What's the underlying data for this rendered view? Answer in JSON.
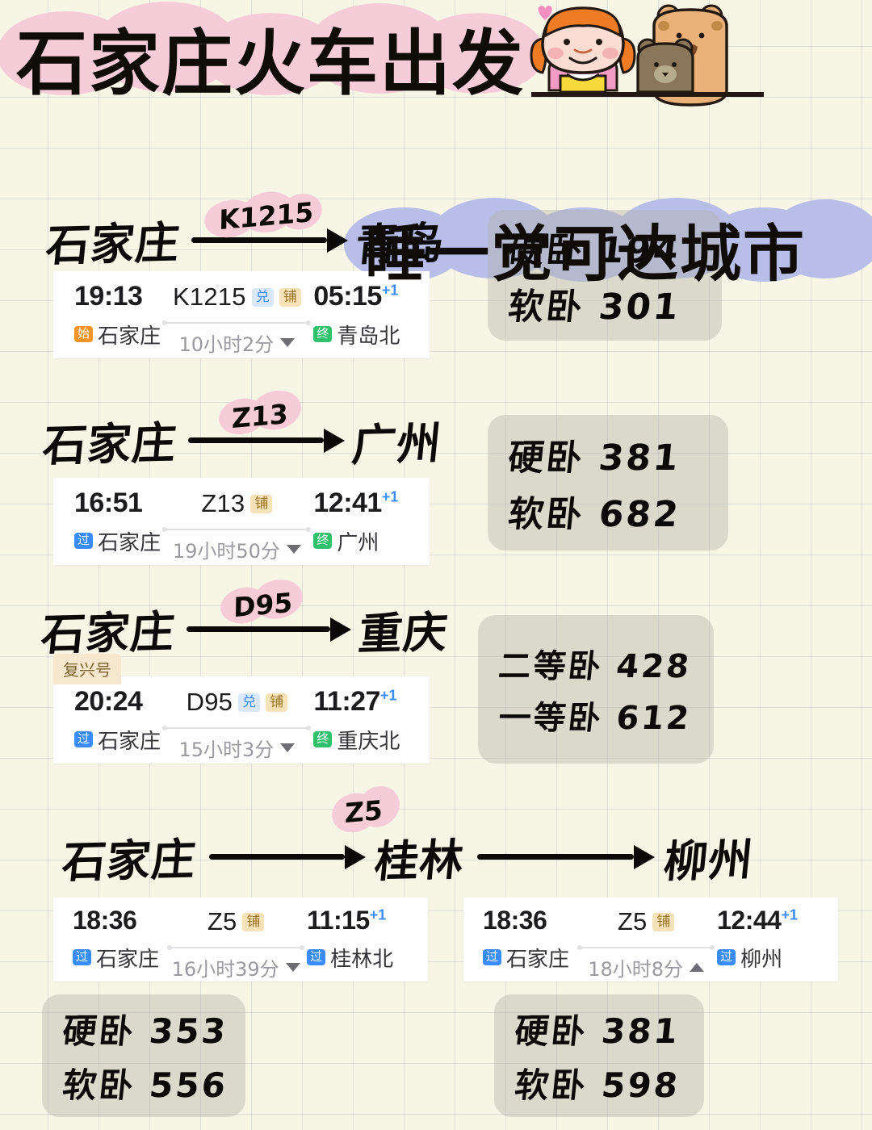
{
  "headline": {
    "line1": "石家庄火车出发",
    "line2": "睡一觉可达城市",
    "line1_highlight": "#f6ccd9",
    "line2_highlight": "#b9bee8"
  },
  "sticker": {
    "name": "girl-with-bears-sticker",
    "heart_color": "#f48fc0",
    "girl_hair": "#ef7b24",
    "girl_dress": "#f7d93c",
    "bear_big": "#eab279",
    "bear_small": "#8a765a"
  },
  "badge_colors": {
    "start": "#f59425",
    "pass": "#3a8bfd",
    "end": "#2ec06a",
    "dui": "#d9e8fd",
    "pu": "#f6e2b8",
    "fuxing": "#f6e8cf",
    "plus_day": "#3a8bfd"
  },
  "routes": [
    {
      "from_city": "石家庄",
      "to_city": "青岛",
      "train_tag": "K1215",
      "card": {
        "depart_time": "19:13",
        "depart_badge": "始",
        "depart_badge_type": "start",
        "depart_station": "石家庄",
        "train_no": "K1215",
        "tags": [
          "兑",
          "铺"
        ],
        "duration": "10小时2分",
        "duration_caret": "down",
        "arrive_time": "05:15",
        "arrive_plus": "+1",
        "arrive_badge": "终",
        "arrive_badge_type": "end",
        "arrive_station": "青岛北",
        "fuxing": null
      },
      "prices": [
        "硬卧 194",
        "软卧 301"
      ]
    },
    {
      "from_city": "石家庄",
      "to_city": "广州",
      "train_tag": "Z13",
      "card": {
        "depart_time": "16:51",
        "depart_badge": "过",
        "depart_badge_type": "pass",
        "depart_station": "石家庄",
        "train_no": "Z13",
        "tags": [
          "铺"
        ],
        "duration": "19小时50分",
        "duration_caret": "down",
        "arrive_time": "12:41",
        "arrive_plus": "+1",
        "arrive_badge": "终",
        "arrive_badge_type": "end",
        "arrive_station": "广州",
        "fuxing": null
      },
      "prices": [
        "硬卧 381",
        "软卧 682"
      ]
    },
    {
      "from_city": "石家庄",
      "to_city": "重庆",
      "train_tag": "D95",
      "card": {
        "depart_time": "20:24",
        "depart_badge": "过",
        "depart_badge_type": "pass",
        "depart_station": "石家庄",
        "train_no": "D95",
        "tags": [
          "兑",
          "铺"
        ],
        "duration": "15小时3分",
        "duration_caret": "down",
        "arrive_time": "11:27",
        "arrive_plus": "+1",
        "arrive_badge": "终",
        "arrive_badge_type": "end",
        "arrive_station": "重庆北",
        "fuxing": "复兴号"
      },
      "prices": [
        "二等卧 428",
        "一等卧 612"
      ]
    }
  ],
  "dual_route": {
    "train_tag": "Z5",
    "from_city": "石家庄",
    "mid_city": "桂林",
    "to_city": "柳州",
    "cards": [
      {
        "depart_time": "18:36",
        "depart_badge": "过",
        "depart_badge_type": "pass",
        "depart_station": "石家庄",
        "train_no": "Z5",
        "tags": [
          "铺"
        ],
        "duration": "16小时39分",
        "duration_caret": "down",
        "arrive_time": "11:15",
        "arrive_plus": "+1",
        "arrive_badge": "过",
        "arrive_badge_type": "pass",
        "arrive_station": "桂林北",
        "fuxing": null
      },
      {
        "depart_time": "18:36",
        "depart_badge": "过",
        "depart_badge_type": "pass",
        "depart_station": "石家庄",
        "train_no": "Z5",
        "tags": [
          "铺"
        ],
        "duration": "18小时8分",
        "duration_caret": "up",
        "arrive_time": "12:44",
        "arrive_plus": "+1",
        "arrive_badge": "过",
        "arrive_badge_type": "pass",
        "arrive_station": "柳州",
        "fuxing": null
      }
    ],
    "prices_left": [
      "硬卧 353",
      "软卧 556"
    ],
    "prices_right": [
      "硬卧 381",
      "软卧 598"
    ]
  }
}
